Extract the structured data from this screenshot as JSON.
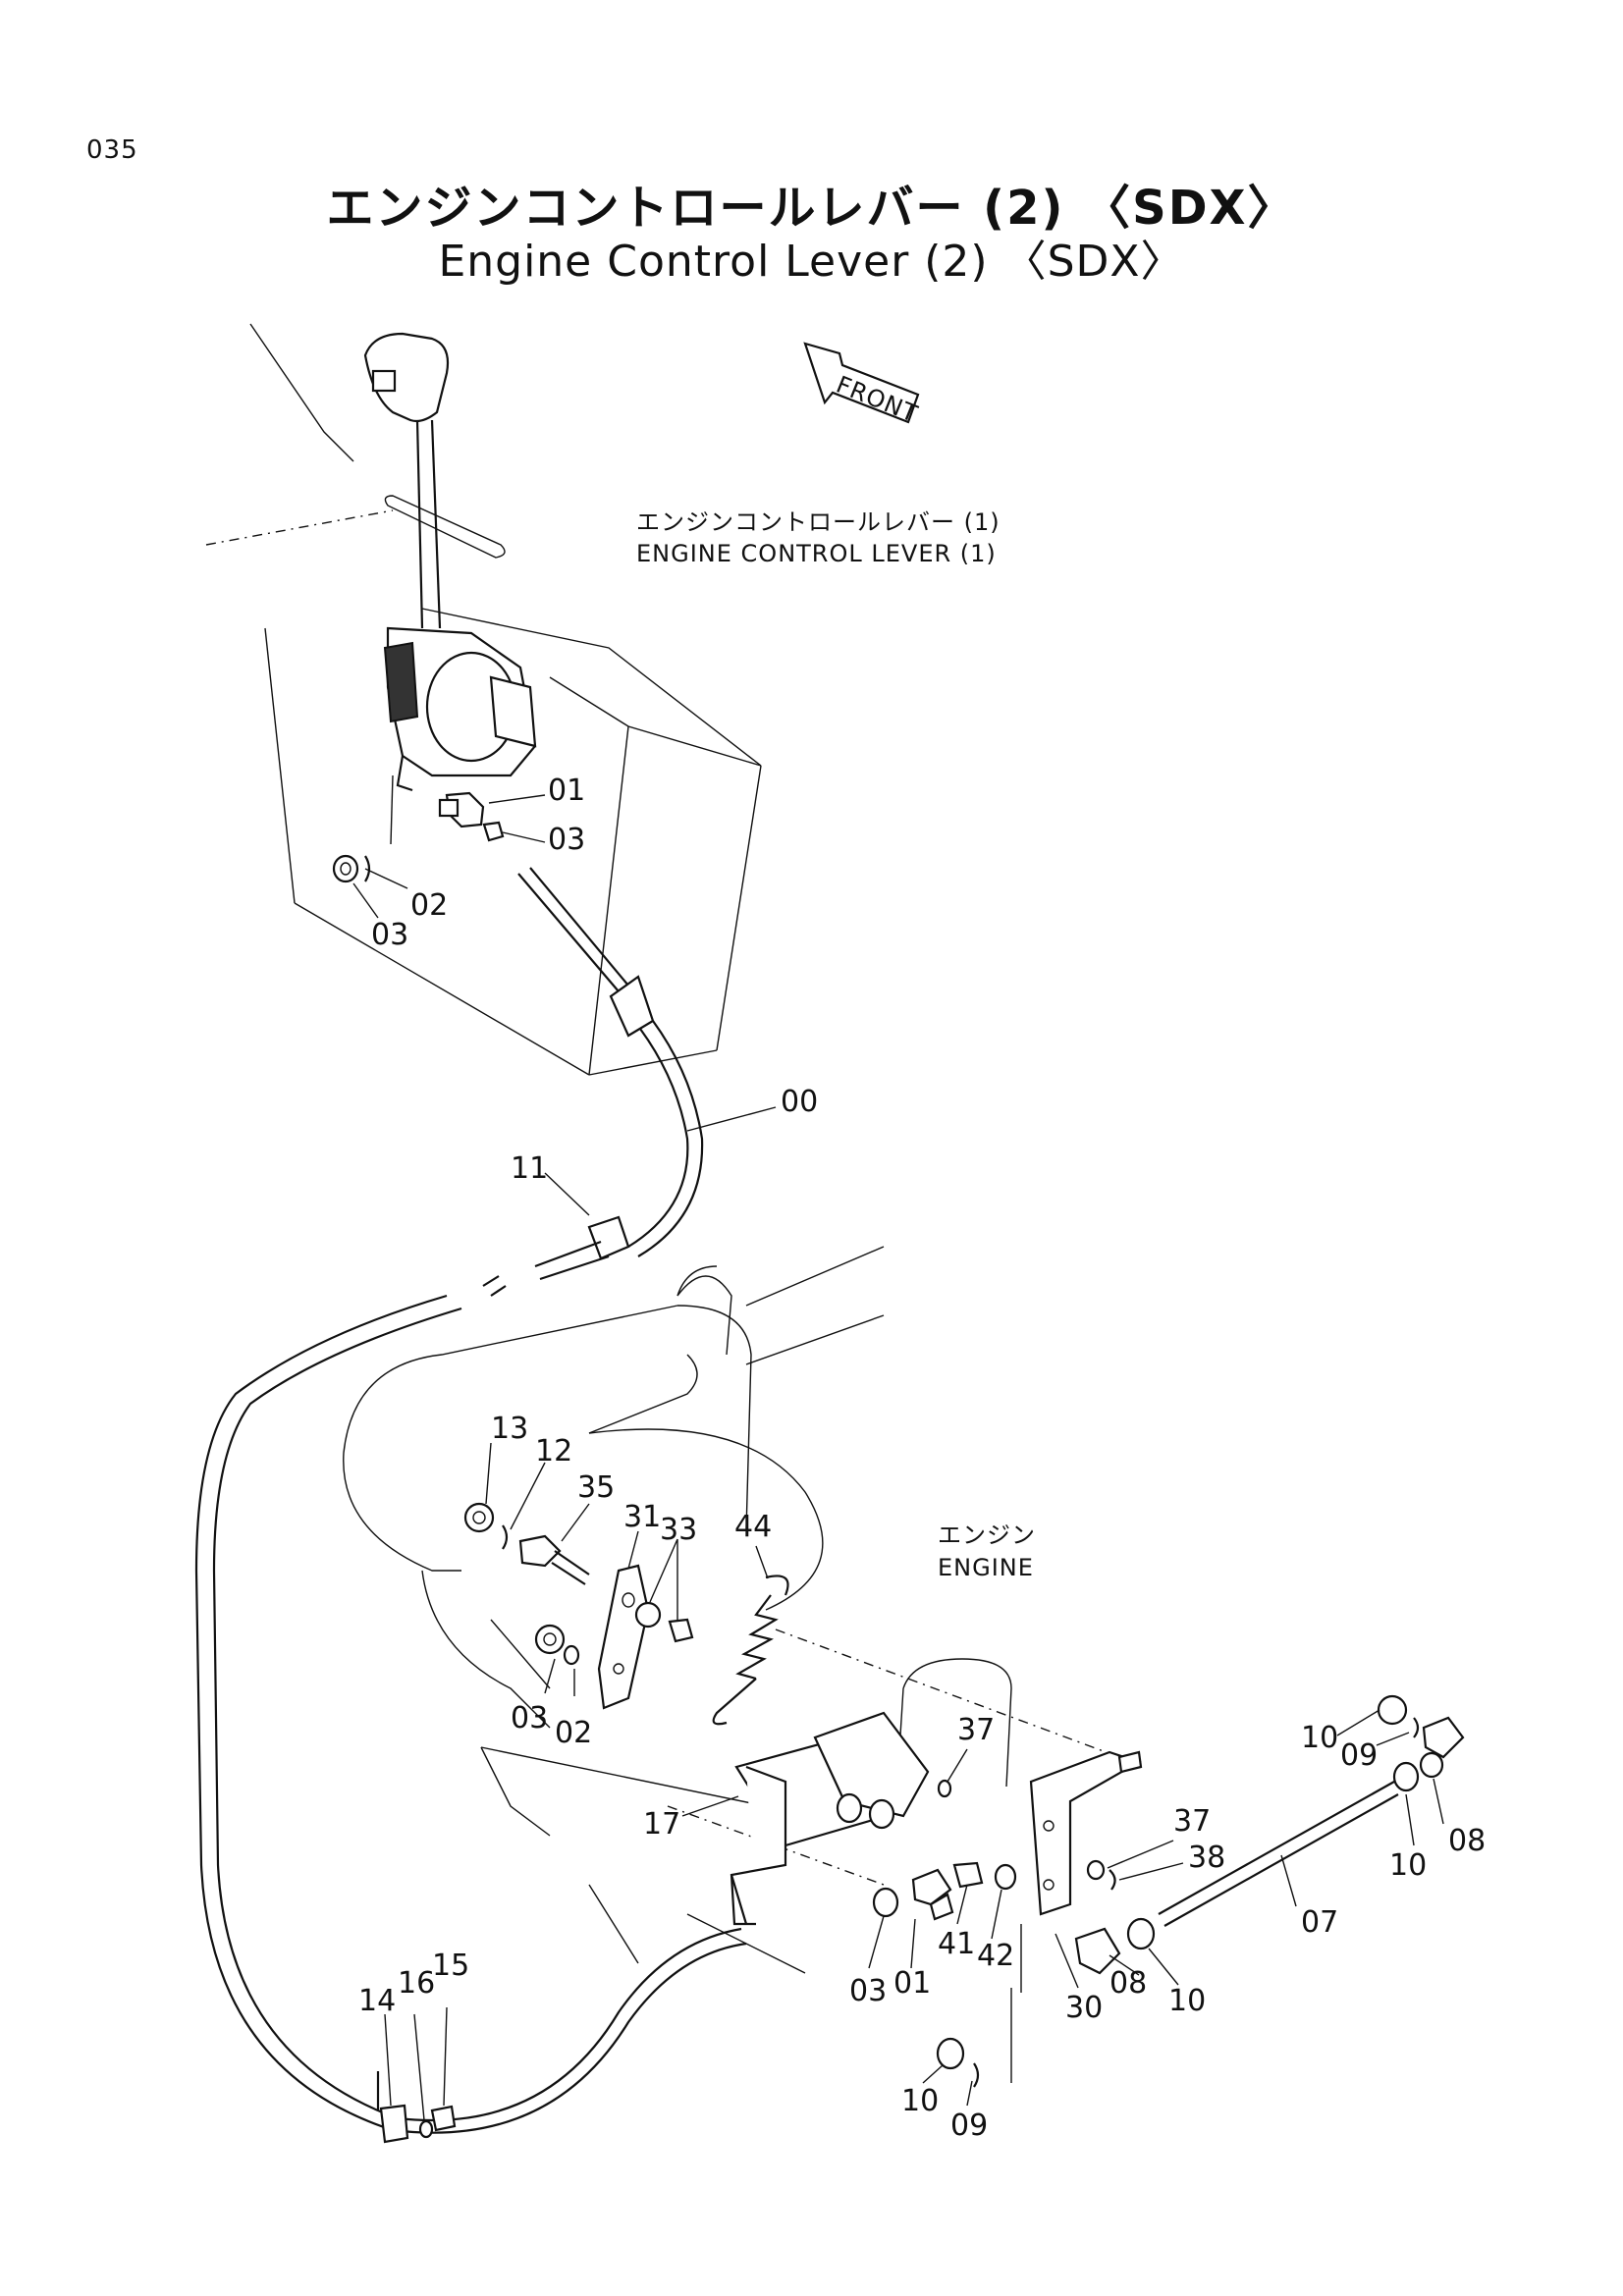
{
  "page": {
    "number": "035"
  },
  "title": {
    "jp": "エンジンコントロールレバー (2) 〈SDX〉",
    "en": "Engine Control Lever (2) 〈SDX〉"
  },
  "labels": {
    "front": "FRONT",
    "lever_jp": "エンジンコントロールレバー (1)",
    "lever_en": "ENGINE CONTROL LEVER (1)",
    "engine_jp": "エンジン",
    "engine_en": "ENGINE"
  },
  "callouts": {
    "c00": "00",
    "c11": "11",
    "c01a": "01",
    "c03a": "03",
    "c02a": "02",
    "c03b": "03",
    "c13": "13",
    "c12": "12",
    "c35": "35",
    "c31": "31",
    "c33": "33",
    "c44": "44",
    "c03c": "03",
    "c02b": "02",
    "c17": "17",
    "c37a": "37",
    "c37b": "37",
    "c38": "38",
    "c10a": "10",
    "c09a": "09",
    "c08a": "08",
    "c10b": "10",
    "c07": "07",
    "c03d": "03",
    "c01b": "01",
    "c41": "41",
    "c42": "42",
    "c30": "30",
    "c08b": "08",
    "c10c": "10",
    "c10d": "10",
    "c09b": "09",
    "c14": "14",
    "c16": "16",
    "c15": "15"
  }
}
